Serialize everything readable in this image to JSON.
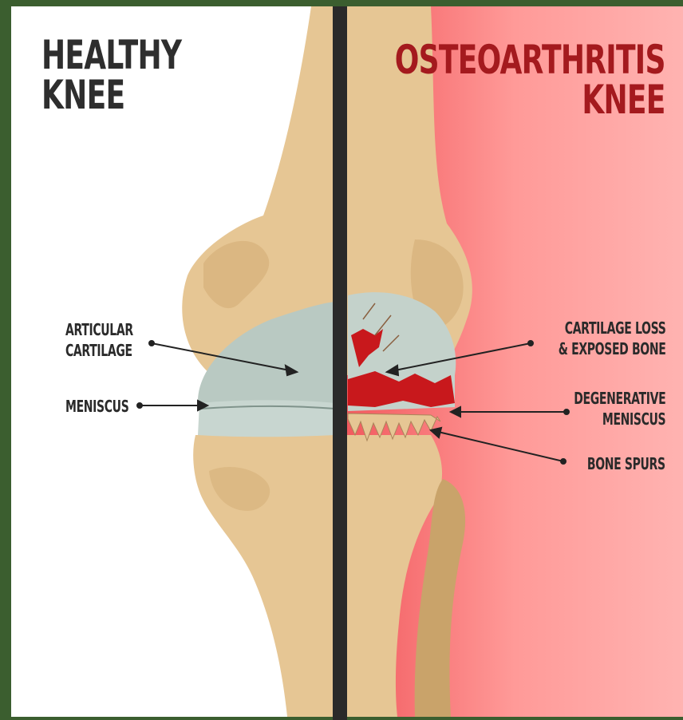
{
  "titles": {
    "healthy": [
      "HEALTHY",
      "KNEE"
    ],
    "oa": [
      "OSTEOARTHRITIS",
      "KNEE"
    ]
  },
  "labels": {
    "articular_cartilage": [
      "ARTICULAR",
      "CARTILAGE"
    ],
    "meniscus": [
      "MENISCUS"
    ],
    "cartilage_loss": [
      "CARTILAGE LOSS",
      "& EXPOSED BONE"
    ],
    "degenerative_meniscus": [
      "DEGENERATIVE",
      "MENISCUS"
    ],
    "bone_spurs": [
      "BONE SPURS"
    ]
  },
  "colors": {
    "frame": "#3b5e2f",
    "healthy_bg": "#ffffff",
    "oa_bg_light": "#ffb0ae",
    "oa_bg_dark": "#f25a5e",
    "bone": "#e6c694",
    "bone_shade": "#c9a36a",
    "cartilage": "#b9c9c2",
    "lesion": "#c8181c",
    "divider": "#2a2a2a",
    "title_dark": "#2e2e2e",
    "title_red": "#a41a1e"
  }
}
